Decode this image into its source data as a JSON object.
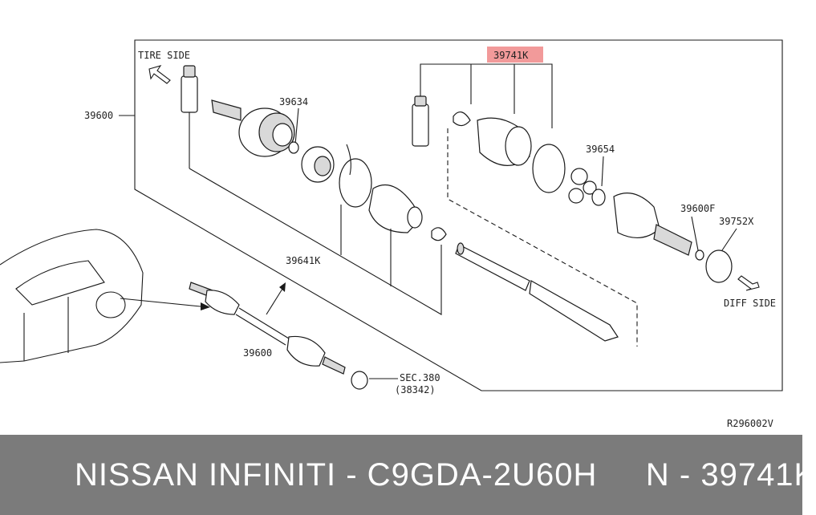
{
  "diagram": {
    "labels": {
      "tire_side": "TIRE SIDE",
      "diff_side": "DIFF SIDE",
      "shaft_assy_top": "39600",
      "shaft_assy_bottom": "39600",
      "part_39634": "39634",
      "part_39641k": "39641K",
      "part_39741k": "39741K",
      "part_39654": "39654",
      "part_39600f": "39600F",
      "part_39752x": "39752X",
      "sec_380": "SEC.380",
      "sec_ref": "(38342)",
      "drawing_code": "R296002V"
    },
    "highlight_color": "#f29a9a"
  },
  "footer": {
    "text": "NISSAN INFINITI - C9GDA-2U60H     N - 39741K",
    "background": "#7b7b7b"
  }
}
